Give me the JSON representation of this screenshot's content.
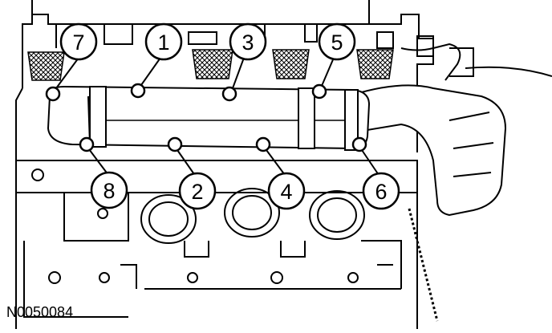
{
  "figure": {
    "id": "N0050084",
    "callouts": [
      "7",
      "1",
      "3",
      "5",
      "8",
      "2",
      "4",
      "6"
    ]
  }
}
